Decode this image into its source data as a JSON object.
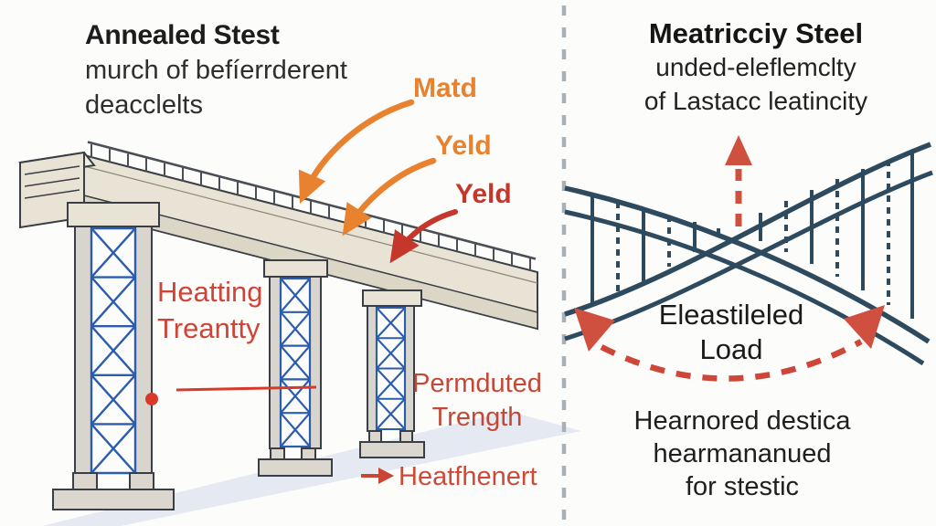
{
  "palette": {
    "orange": "#E8822E",
    "red": "#C5372B",
    "annotation_red": "#CF4438",
    "navy": "#2E4A5E",
    "salmon_red": "#D0503F",
    "deck_beige": "#E8E3D5",
    "pier_gray": "#D8D5CE",
    "lattice_blue": "#2B5CAD",
    "divider_gray": "#A8AFB6",
    "shadow": "#E4E9F2",
    "text_dark": "#1C1C1C"
  },
  "left_panel": {
    "title": "Annealed Stest",
    "subtitle_line1": "murch of befíerrderent",
    "subtitle_line2": "deacclelts",
    "callout_matd": "Matd",
    "callout_yeld_orange": "Yeld",
    "callout_yeld_red": "Yeld",
    "label_heating_line1": "Heatting",
    "label_heating_line2": "Treantty",
    "label_permduted_line1": "Permduted",
    "label_permduted_line2": "Trength",
    "label_heatfhenert": "Heatfhenert"
  },
  "right_panel": {
    "title": "Meatricciy Steel",
    "subtitle_line1": "unded-eleflemclty",
    "subtitle_line2": "of Lastacc leatincity",
    "label_load_line1": "Eleastileled",
    "label_load_line2": "Load",
    "caption_line1": "Hearnored destica",
    "caption_line2": "hearmananued",
    "caption_line3": "for stestic"
  }
}
